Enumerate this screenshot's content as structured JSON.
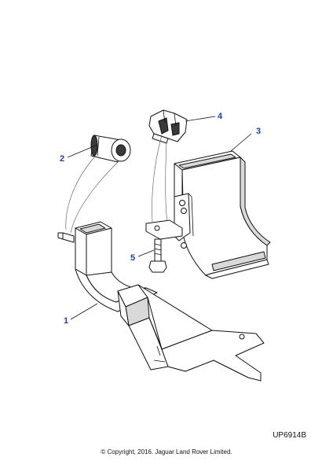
{
  "callouts": {
    "c1": "1",
    "c2": "2",
    "c3": "3",
    "c4": "4",
    "c5": "5"
  },
  "reference_code": "UP6914B",
  "copyright": "© Copyright, 2016. Jaguar Land Rover Limited.",
  "colors": {
    "callout": "#1a3fb5",
    "line": "#111111"
  }
}
